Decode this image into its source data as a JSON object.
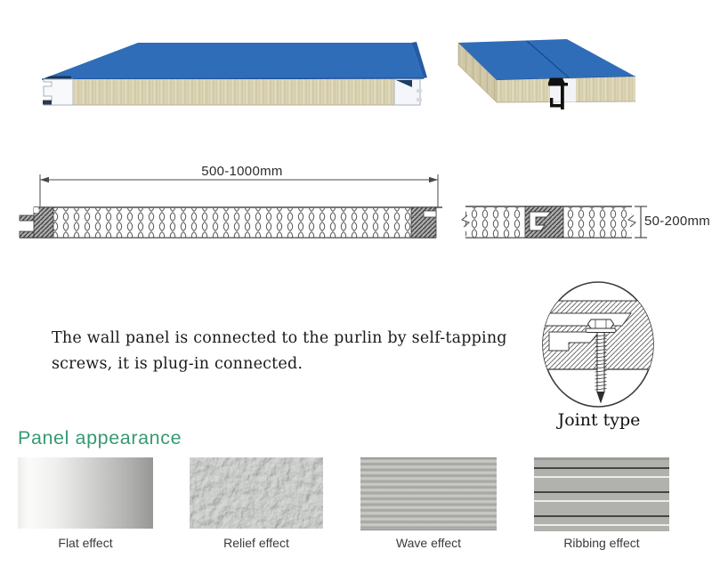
{
  "sections": {
    "width_dimension": "500-1000mm",
    "thickness_dimension": "50-200mm"
  },
  "description": {
    "line1": "The wall panel is connected to the purlin by self-tapping",
    "line2": "screws, it is plug-in connected."
  },
  "joint": {
    "caption": "Joint type"
  },
  "appearance": {
    "heading": "Panel appearance",
    "heading_color": "#379a73",
    "swatches": [
      {
        "label": "Flat effect"
      },
      {
        "label": "Relief effect"
      },
      {
        "label": "Wave effect"
      },
      {
        "label": "Ribbing effect"
      }
    ]
  },
  "colors": {
    "panel_blue": "#2f6db8",
    "core_tan": "#dad3b5",
    "accent_green": "#379a73"
  }
}
